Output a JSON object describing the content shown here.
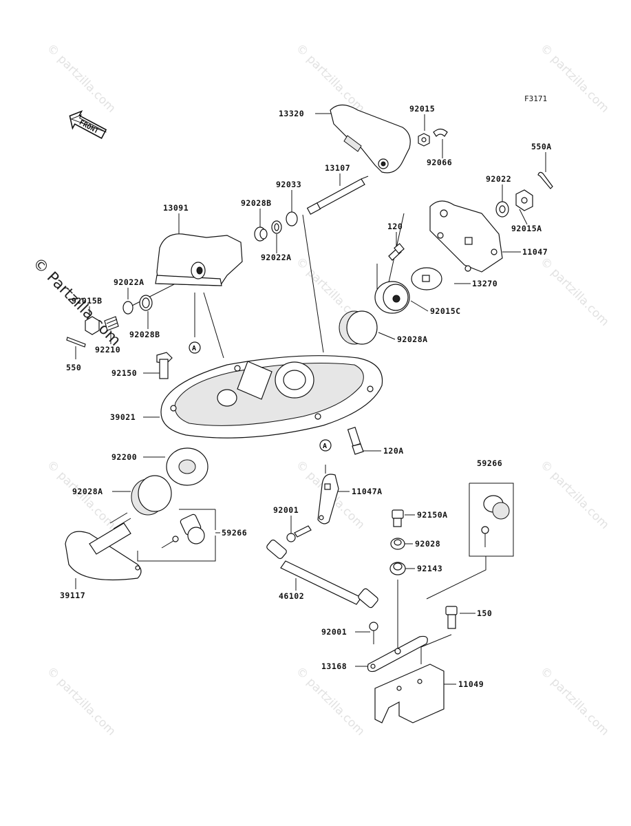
{
  "figure_id": "F3171",
  "front_label": "FRONT",
  "watermark": "© Partzilla.com",
  "watermark_repeat": "© partzilla.com",
  "callout_marker": "A",
  "parts": {
    "p13320": "13320",
    "p92015": "92015",
    "p92066": "92066",
    "p13107": "13107",
    "p92033": "92033",
    "p550A": "550A",
    "p92022": "92022",
    "p92015A": "92015A",
    "p13091": "13091",
    "p92028B_top": "92028B",
    "p92022A_top": "92022A",
    "p120": "120",
    "p11047": "11047",
    "p13270": "13270",
    "p92015C": "92015C",
    "p92022A_left": "92022A",
    "p92015B": "92015B",
    "p92028B_left": "92028B",
    "p92210": "92210",
    "p550": "550",
    "p92028A_right": "92028A",
    "p92150": "92150",
    "p39021": "39021",
    "p120A": "120A",
    "p92200": "92200",
    "p11047A": "11047A",
    "p59266_right": "59266",
    "p92028A_left": "92028A",
    "p92001_top": "92001",
    "p92150A": "92150A",
    "p59266_left": "59266",
    "p92028": "92028",
    "p92143": "92143",
    "p39117": "39117",
    "p46102": "46102",
    "p150": "150",
    "p92001_bottom": "92001",
    "p13168": "13168",
    "p11049": "11049"
  }
}
